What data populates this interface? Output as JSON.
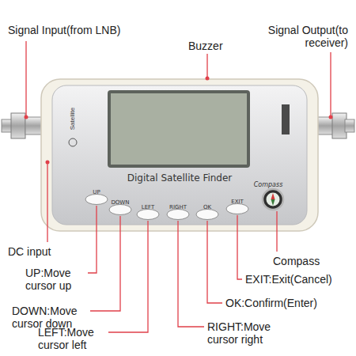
{
  "diagram": {
    "nodes": [
      {
        "text": [
          "Digital Satellite Finder"
        ]
      },
      {
        "text": [
          "UP"
        ],
        "in": 0
      },
      {
        "text": [
          "DOWN"
        ],
        "in": 0
      },
      {
        "text": [
          "LEFT"
        ],
        "in": 0
      },
      {
        "text": [
          "RIGHT"
        ],
        "in": 0
      },
      {
        "text": [
          "OK"
        ],
        "in": 0
      },
      {
        "text": [
          "EXIT"
        ],
        "in": 0
      },
      {
        "text": [
          "Compass"
        ],
        "in": 0
      }
    ],
    "labels": [
      "Signal Input(from LNB)",
      "Buzzer",
      "Signal Output(to receiver)",
      "Satellite",
      "DC input",
      "Compass",
      "UP:Move cursor up",
      "EXIT:Exit(Cancel)",
      "DOWN:Move cursor down",
      "OK:Confirm(Enter)",
      "LEFT:Move cursor left",
      "RIGHT:Move cursor right"
    ]
  }
}
